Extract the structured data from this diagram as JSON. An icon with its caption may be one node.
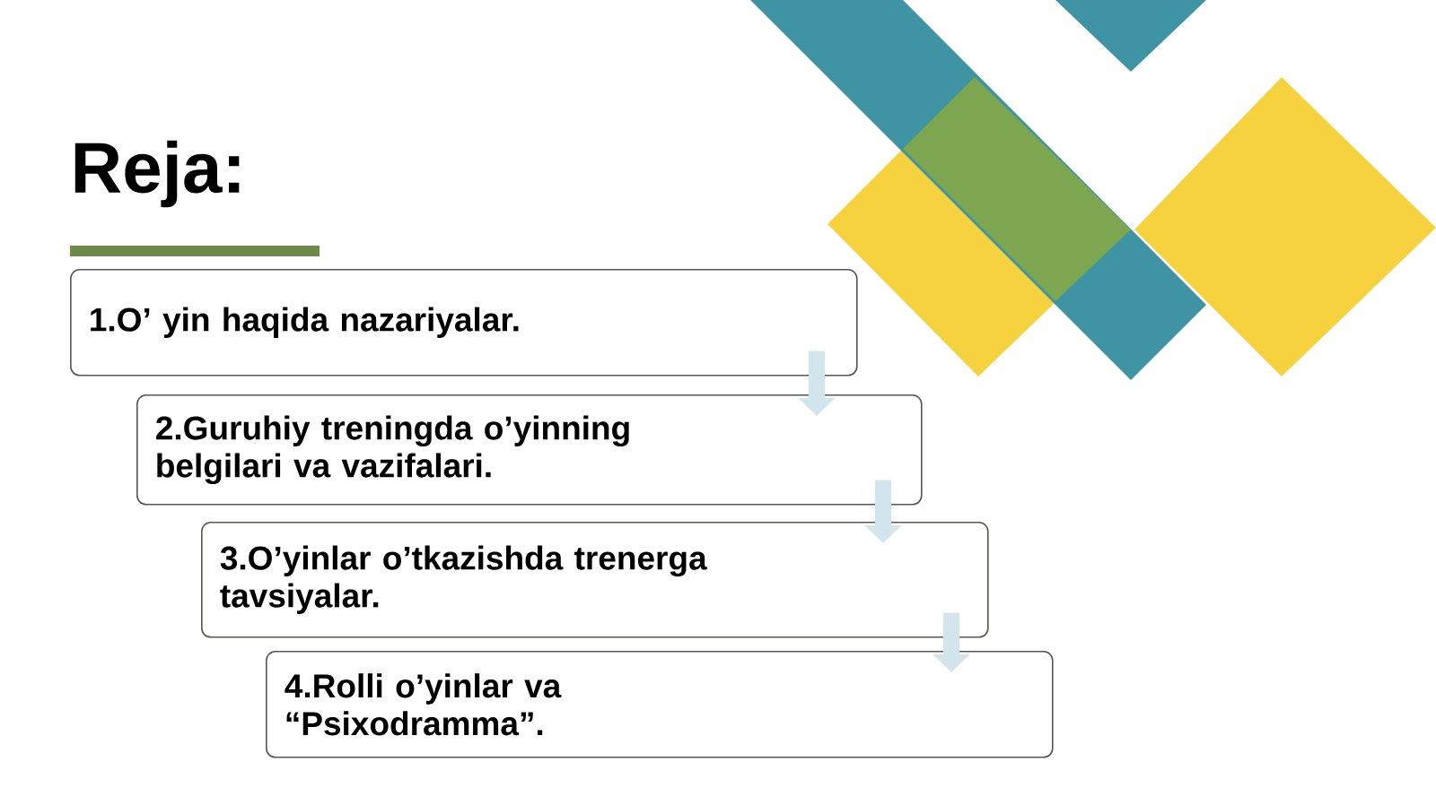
{
  "diagram": {
    "title": "Reja:",
    "nodes": [
      {
        "text": [
          "1.O’ yin haqida nazariyalar."
        ]
      },
      {
        "text": [
          "2.Guruhiy treningda o’yinning belgilari va vazifalari."
        ]
      },
      {
        "text": [
          "3.O’yinlar o’tkazishda trenerga tavsiyalar."
        ]
      },
      {
        "text": [
          "4.Rolli o’yinlar va “Psixodramma”."
        ]
      }
    ],
    "edges": [
      {
        "from": 0,
        "to": 1,
        "arrow": "to"
      },
      {
        "from": 1,
        "to": 2,
        "arrow": "to"
      },
      {
        "from": 2,
        "to": 3,
        "arrow": "to"
      }
    ]
  }
}
